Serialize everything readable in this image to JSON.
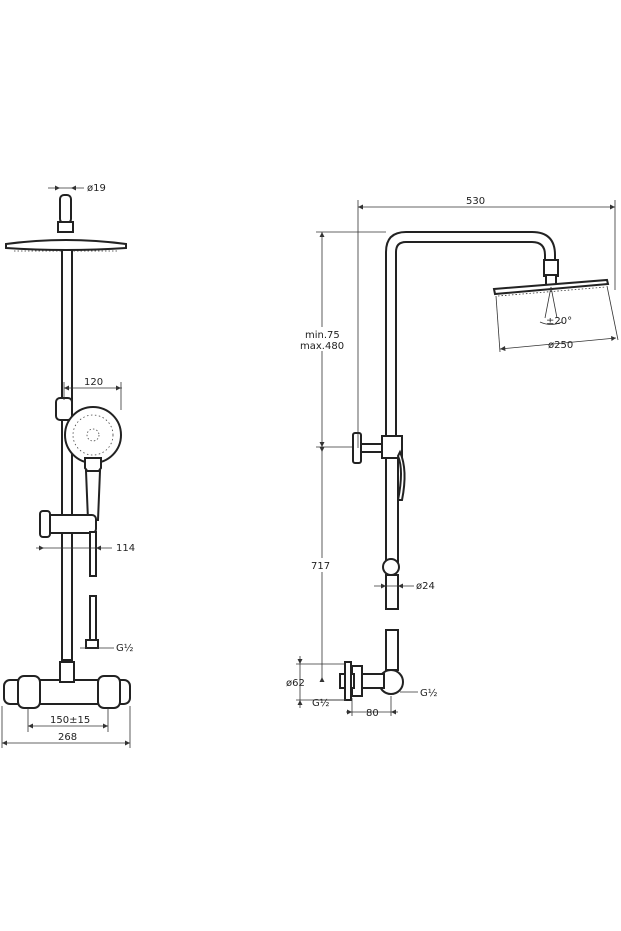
{
  "labels": {
    "left": {
      "pipe_diameter": "ø19",
      "handshower_width": "120",
      "slider_distance": "114",
      "thread_left": "G½",
      "center_distance": "150±15",
      "mixer_width": "268"
    },
    "right": {
      "arm_length": "530",
      "height_min": "min.75",
      "height_max": "max.480",
      "tilt_angle": "±20°",
      "head_diameter": "ø250",
      "rail_height": "717",
      "rail_diameter": "ø24",
      "connector_diameter": "ø62",
      "thread_left": "G½",
      "connector_depth": "80",
      "thread_right": "G½"
    }
  }
}
